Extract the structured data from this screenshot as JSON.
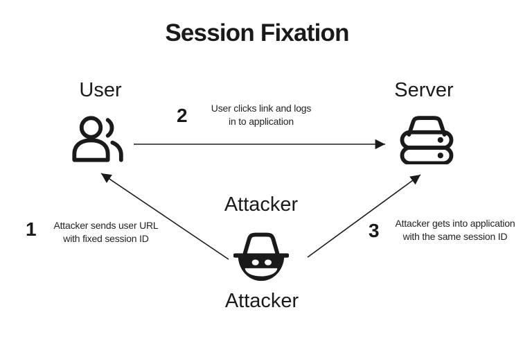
{
  "title": "Session Fixation",
  "colors": {
    "ink": "#1a1a1a",
    "background": "#ffffff"
  },
  "entities": {
    "user": {
      "label": "User",
      "icon": "users-icon"
    },
    "server": {
      "label": "Server",
      "icon": "server-stack-icon"
    },
    "attacker": {
      "label": "Attacker",
      "caption": "Attacker",
      "icon": "spy-icon"
    }
  },
  "steps": [
    {
      "number": "1",
      "line1": "Attacker sends user URL",
      "line2": "with fixed session ID"
    },
    {
      "number": "2",
      "line1": "User clicks link and logs",
      "line2": "in to application"
    },
    {
      "number": "3",
      "line1": "Attacker gets into application",
      "line2": "with the same session ID"
    }
  ],
  "arrows": [
    {
      "step": "1",
      "from": "attacker",
      "to": "user"
    },
    {
      "step": "2",
      "from": "user",
      "to": "server"
    },
    {
      "step": "3",
      "from": "attacker",
      "to": "server"
    }
  ]
}
